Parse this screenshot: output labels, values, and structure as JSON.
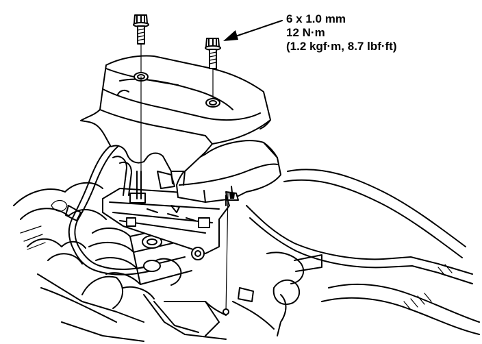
{
  "callout": {
    "size": "6 x 1.0 mm",
    "torque_nm": "12 N·m",
    "torque_alt": "(1.2 kgf·m, 8.7 lbf·ft)"
  }
}
